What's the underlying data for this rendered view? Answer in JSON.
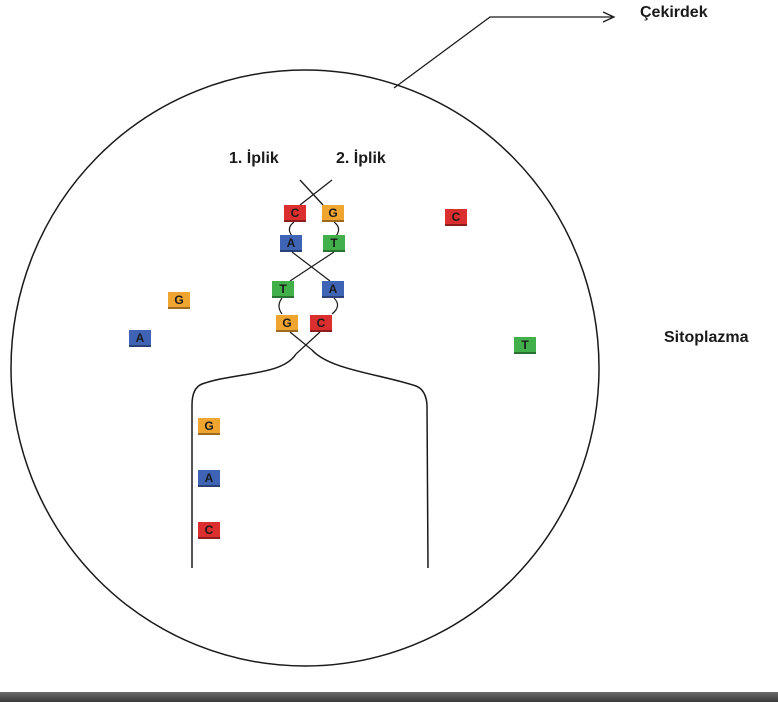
{
  "labels": {
    "nucleus": "Çekirdek",
    "cytoplasm": "Sitoplazma",
    "strand1": "1. İplik",
    "strand2": "2. İplik"
  },
  "colors": {
    "A": "#3f64b5",
    "T": "#41b04a",
    "G": "#f0a531",
    "C": "#db2e2e",
    "line": "#1a1a1a"
  },
  "bases": {
    "strand1": [
      "C",
      "A",
      "T",
      "G"
    ],
    "strand2": [
      "G",
      "T",
      "A",
      "C"
    ],
    "new_strand": [
      "G",
      "A",
      "C"
    ],
    "free_nucleotides": [
      "C",
      "G",
      "A",
      "T"
    ]
  }
}
